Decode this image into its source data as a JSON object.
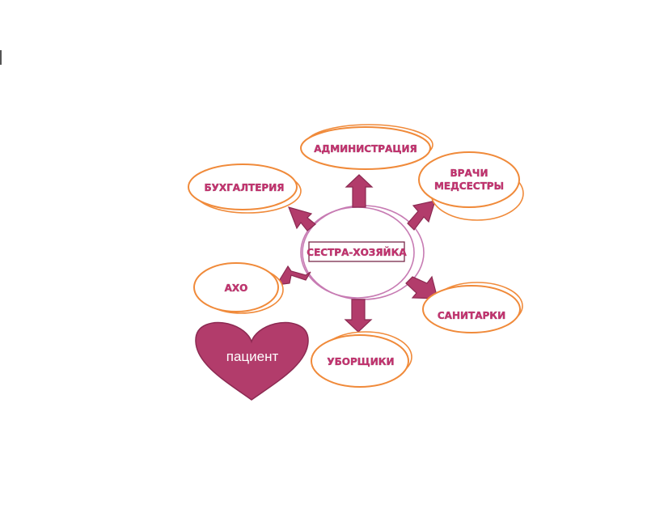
{
  "colors": {
    "oval_stroke": "#f08a3a",
    "center_stroke": "#c77bb3",
    "arrow_fill": "#b23c6b",
    "arrow_stroke": "#8c2a52",
    "heart_fill": "#b23c6b",
    "label_text": "#c2336f",
    "label_outline": "#7a2a4a"
  },
  "center": {
    "label": "СЕСТРА-ХОЗЯЙКА"
  },
  "nodes": {
    "administration": {
      "label": "АДМИНИСТРАЦИЯ"
    },
    "accounting": {
      "label": "БУХГАЛТЕРИЯ"
    },
    "doctors": {
      "line1": "ВРАЧИ",
      "line2": "МЕДСЕСТРЫ"
    },
    "aho": {
      "label": "АХО"
    },
    "orderlies": {
      "label": "САНИТАРКИ"
    },
    "cleaners": {
      "label": "УБОРЩИКИ"
    }
  },
  "patient": {
    "label": "пациент",
    "icon": "heart-icon"
  }
}
